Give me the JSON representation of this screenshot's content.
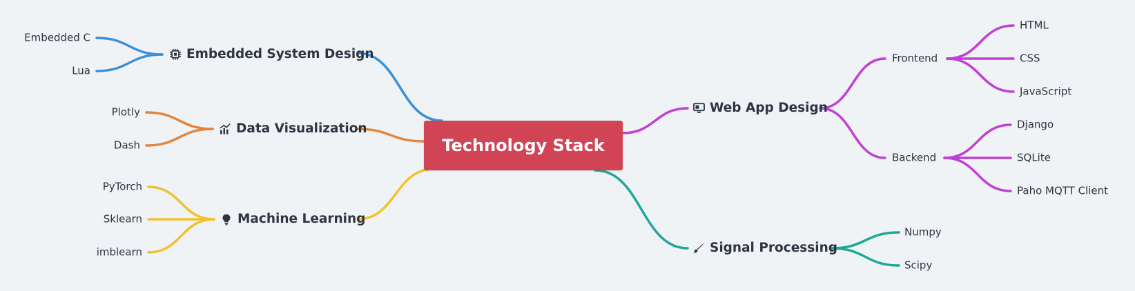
{
  "root": {
    "label": "Technology Stack",
    "color": "#d14455"
  },
  "branches": {
    "embedded": {
      "label": "Embedded System Design",
      "icon": "chip-icon",
      "color": "#3a8fd9",
      "children": [
        "Embedded C",
        "Lua"
      ]
    },
    "dataviz": {
      "label": "Data Visualization",
      "icon": "chart-icon",
      "color": "#e5843c",
      "children": [
        "Plotly",
        "Dash"
      ]
    },
    "ml": {
      "label": "Machine Learning",
      "icon": "lightbulb-icon",
      "color": "#f2c12e",
      "children": [
        "PyTorch",
        "Sklearn",
        "imblearn"
      ]
    },
    "webapp": {
      "label": "Web App Design",
      "icon": "monitor-icon",
      "color": "#c040d0",
      "frontend": {
        "label": "Frontend",
        "children": [
          "HTML",
          "CSS",
          "JavaScript"
        ]
      },
      "backend": {
        "label": "Backend",
        "children": [
          "Django",
          "SQLite",
          "Paho MQTT Client"
        ]
      }
    },
    "signal": {
      "label": "Signal Processing",
      "icon": "pen-icon",
      "color": "#1fa898",
      "children": [
        "Numpy",
        "Scipy"
      ]
    }
  }
}
